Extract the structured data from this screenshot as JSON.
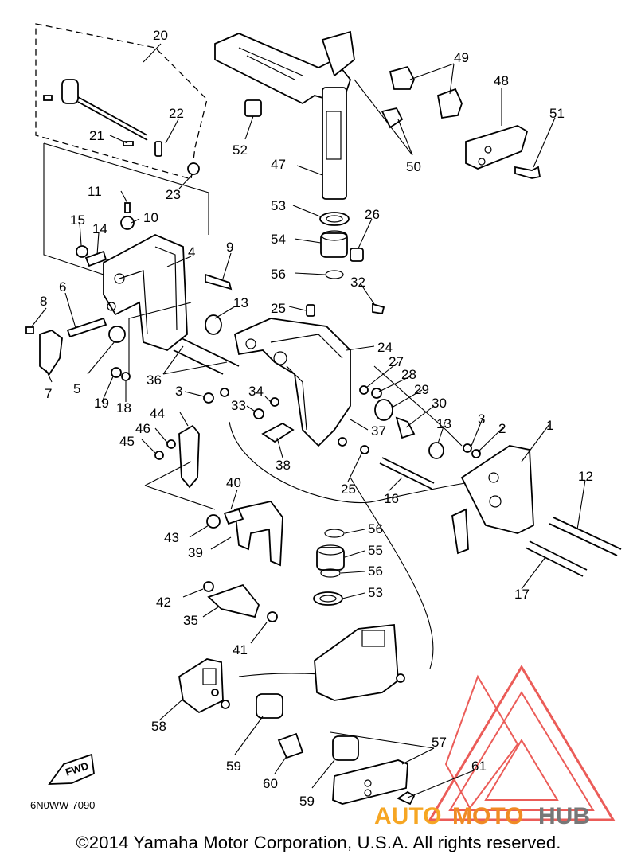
{
  "diagram": {
    "callouts": [
      "20",
      "22",
      "21",
      "23",
      "11",
      "10",
      "15",
      "14",
      "4",
      "9",
      "6",
      "8",
      "7",
      "5",
      "19",
      "18",
      "13",
      "36",
      "3",
      "34",
      "33",
      "44",
      "46",
      "45",
      "40",
      "43",
      "39",
      "42",
      "35",
      "41",
      "58",
      "59",
      "60",
      "59",
      "57",
      "61",
      "49",
      "48",
      "51",
      "52",
      "47",
      "50",
      "53",
      "26",
      "54",
      "56",
      "32",
      "25",
      "24",
      "27",
      "28",
      "29",
      "30",
      "37",
      "38",
      "25",
      "16",
      "13",
      "3",
      "2",
      "1",
      "12",
      "17",
      "56",
      "55",
      "56",
      "53"
    ],
    "drawing_code": "6N0WW-7090",
    "fwd_tag": "FWD"
  },
  "footer": {
    "copyright": "©2014 Yamaha Motor Corporation, U.S.A. All rights reserved."
  },
  "watermark": {
    "part1": "AUTO",
    "part2": "MOTO",
    "part3": "HUB",
    "colors": {
      "outline": "#e8403c",
      "fill1": "#f6a623",
      "fill2": "#f08a24",
      "fill3": "#777777"
    }
  }
}
